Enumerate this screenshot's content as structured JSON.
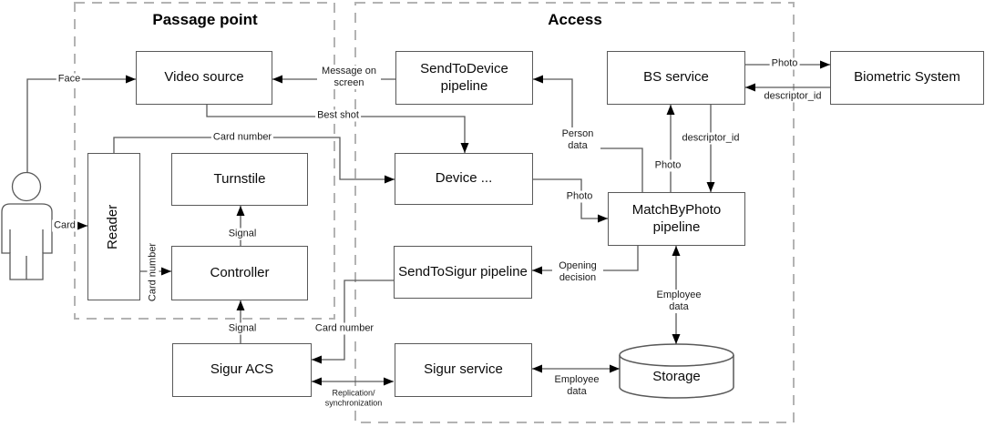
{
  "groups": {
    "passage_point": {
      "title": "Passage point"
    },
    "access": {
      "title": "Access"
    }
  },
  "nodes": {
    "video_source": {
      "label": "Video source"
    },
    "send_to_device": {
      "label": "SendToDevice pipeline"
    },
    "bs_service": {
      "label": "BS service"
    },
    "biometric_system": {
      "label": "Biometric System"
    },
    "reader": {
      "label": "Reader"
    },
    "turnstile": {
      "label": "Turnstile"
    },
    "device": {
      "label": "Device ..."
    },
    "match_by_photo": {
      "label": "MatchByPhoto pipeline"
    },
    "controller": {
      "label": "Controller"
    },
    "send_to_sigur": {
      "label": "SendToSigur pipeline"
    },
    "sigur_acs": {
      "label": "Sigur ACS"
    },
    "sigur_service": {
      "label": "Sigur service"
    },
    "storage": {
      "label": "Storage"
    }
  },
  "edges": {
    "face": {
      "label": "Face",
      "from": "person",
      "to": "video_source",
      "direction": "one-way"
    },
    "message_on_screen": {
      "label": "Message on screen",
      "from": "send_to_device",
      "to": "video_source",
      "direction": "one-way"
    },
    "best_shot": {
      "label": "Best shot",
      "from": "video_source",
      "to": "device",
      "direction": "one-way"
    },
    "card_number_to_device": {
      "label": "Card number",
      "from": "reader",
      "to": "device",
      "direction": "one-way"
    },
    "card": {
      "label": "Card",
      "from": "person",
      "to": "reader",
      "direction": "one-way"
    },
    "card_number_to_controller": {
      "label": "Card number",
      "from": "reader",
      "to": "controller",
      "direction": "one-way"
    },
    "signal_to_turnstile": {
      "label": "Signal",
      "from": "controller",
      "to": "turnstile",
      "direction": "one-way"
    },
    "signal_to_controller": {
      "label": "Signal",
      "from": "sigur_acs",
      "to": "controller",
      "direction": "one-way"
    },
    "person_data": {
      "label": "Person data",
      "from": "match_by_photo",
      "to": "send_to_device",
      "direction": "one-way"
    },
    "photo_device_match": {
      "label": "Photo",
      "from": "device",
      "to": "match_by_photo",
      "direction": "one-way"
    },
    "photo_match_bs": {
      "label": "Photo",
      "from": "match_by_photo",
      "to": "bs_service",
      "direction": "one-way"
    },
    "descriptor_id_bs_match": {
      "label": "descriptor_id",
      "from": "bs_service",
      "to": "match_by_photo",
      "direction": "one-way"
    },
    "photo_bs_biometric": {
      "label": "Photo",
      "from": "bs_service",
      "to": "biometric_system",
      "direction": "one-way"
    },
    "descriptor_id_biometric_bs": {
      "label": "descriptor_id",
      "from": "biometric_system",
      "to": "bs_service",
      "direction": "one-way"
    },
    "opening_decision": {
      "label": "Opening decision",
      "from": "match_by_photo",
      "to": "send_to_sigur",
      "direction": "one-way"
    },
    "card_number_to_sigur_acs": {
      "label": "Card number",
      "from": "send_to_sigur",
      "to": "sigur_acs",
      "direction": "one-way"
    },
    "employee_data_vertical": {
      "label": "Employee data",
      "from": "match_by_photo",
      "to": "storage",
      "direction": "two-way"
    },
    "employee_data_horizontal": {
      "label": "Employee data",
      "from": "sigur_service",
      "to": "storage",
      "direction": "two-way"
    },
    "replication": {
      "label_line1": "Replication/",
      "label_line2": "synchronization",
      "from": "sigur_acs",
      "to": "sigur_service",
      "direction": "two-way"
    }
  },
  "colors": {
    "box_border": "#595959",
    "connector": "#595959",
    "arrowhead": "#000000",
    "dashed_group_border": "#b3b3b3",
    "text": "#0a0a0a",
    "background": "#ffffff"
  }
}
